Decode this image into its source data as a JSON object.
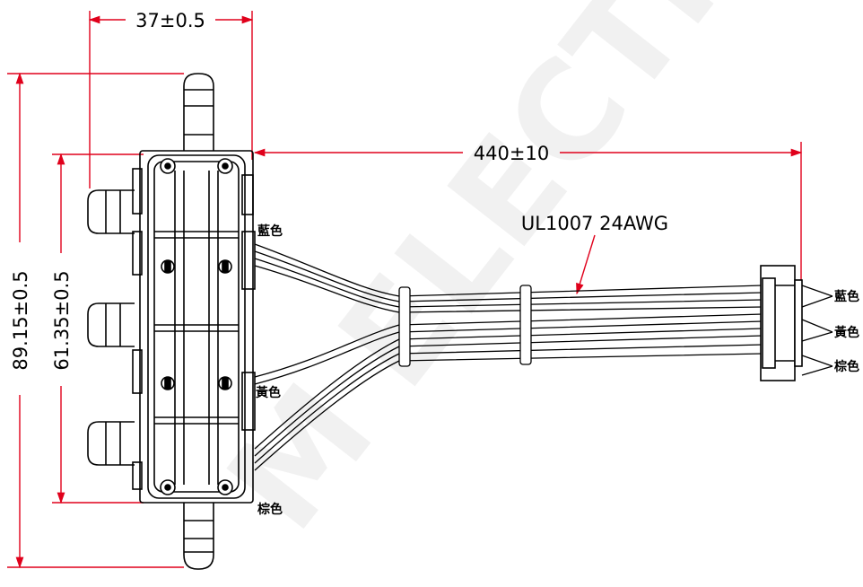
{
  "watermark": "M ELECTRO",
  "dimensions": {
    "width_body": "37±0.5",
    "length_total": "89.15±0.5",
    "pitch_outer": "61.35±0.5",
    "cable_length": "440±10"
  },
  "cable_spec": "UL1007 24AWG",
  "wire_labels_left": [
    "藍色",
    "黃色",
    "棕色"
  ],
  "wire_labels_right": [
    "藍色",
    "黃色",
    "棕色"
  ],
  "colors": {
    "dimension": "#e0001b",
    "drawing": "#000000"
  }
}
